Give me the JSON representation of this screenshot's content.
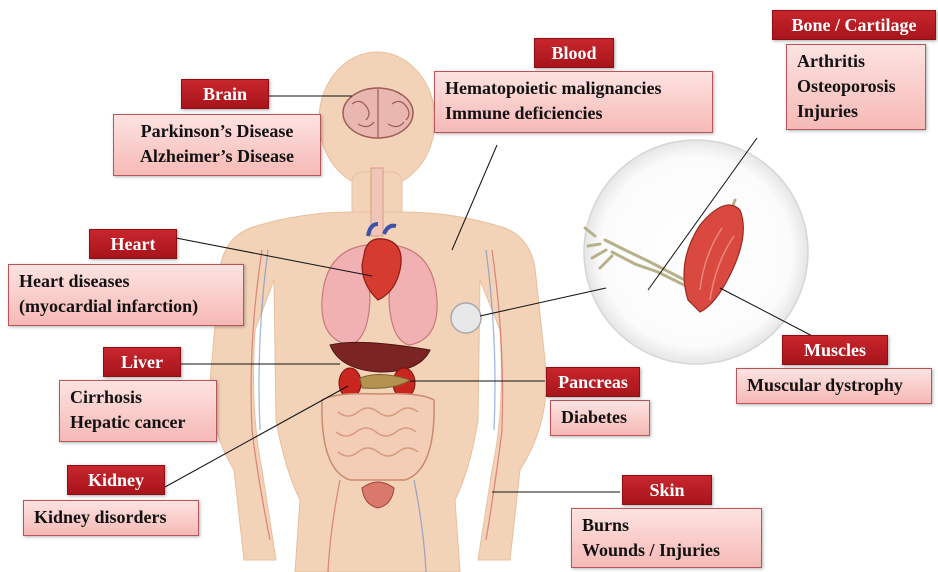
{
  "colors": {
    "header": "#b81d24",
    "box": "#f8c9c6",
    "body": "#f3d2b6",
    "organ": "#e05a52"
  },
  "callouts": {
    "brain": {
      "title": "Brain",
      "lines": [
        "Parkinson’s Disease",
        "Alzheimer’s Disease"
      ]
    },
    "blood": {
      "title": "Blood",
      "lines": [
        "Hematopoietic malignancies",
        "Immune deficiencies"
      ]
    },
    "bone": {
      "title": "Bone / Cartilage",
      "lines": [
        "Arthritis",
        "Osteoporosis",
        "Injuries"
      ]
    },
    "heart": {
      "title": "Heart",
      "lines": [
        "Heart diseases",
        "(myocardial infarction)"
      ]
    },
    "liver": {
      "title": "Liver",
      "lines": [
        "Cirrhosis",
        "Hepatic cancer"
      ]
    },
    "pancreas": {
      "title": "Pancreas",
      "lines": [
        "Diabetes"
      ]
    },
    "muscles": {
      "title": "Muscles",
      "lines": [
        "Muscular dystrophy"
      ]
    },
    "kidney": {
      "title": "Kidney",
      "lines": [
        "Kidney disorders"
      ]
    },
    "skin": {
      "title": "Skin",
      "lines": [
        "Burns",
        "Wounds / Injuries"
      ]
    }
  }
}
